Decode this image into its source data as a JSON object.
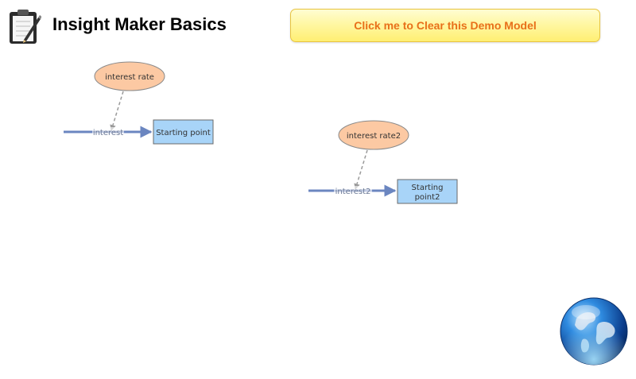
{
  "header": {
    "title": "Insight Maker Basics",
    "clear_button_label": "Click me to Clear this Demo Model"
  },
  "model": {
    "group1": {
      "variable_label": "interest rate",
      "flow_label": "interest",
      "stock_label": "Starting point"
    },
    "group2": {
      "variable_label": "interest rate2",
      "flow_label": "interest2",
      "stock_label_line1": "Starting",
      "stock_label_line2": "point2"
    }
  },
  "icons": {
    "logo": "clipboard-pencil-icon",
    "globe": "globe-icon"
  },
  "colors": {
    "variable_fill": "#fcc9a3",
    "stock_fill": "#a8d4f8",
    "flow_line": "#6b86c0",
    "link_line": "#9a9a9a",
    "button_text": "#e8701a"
  }
}
